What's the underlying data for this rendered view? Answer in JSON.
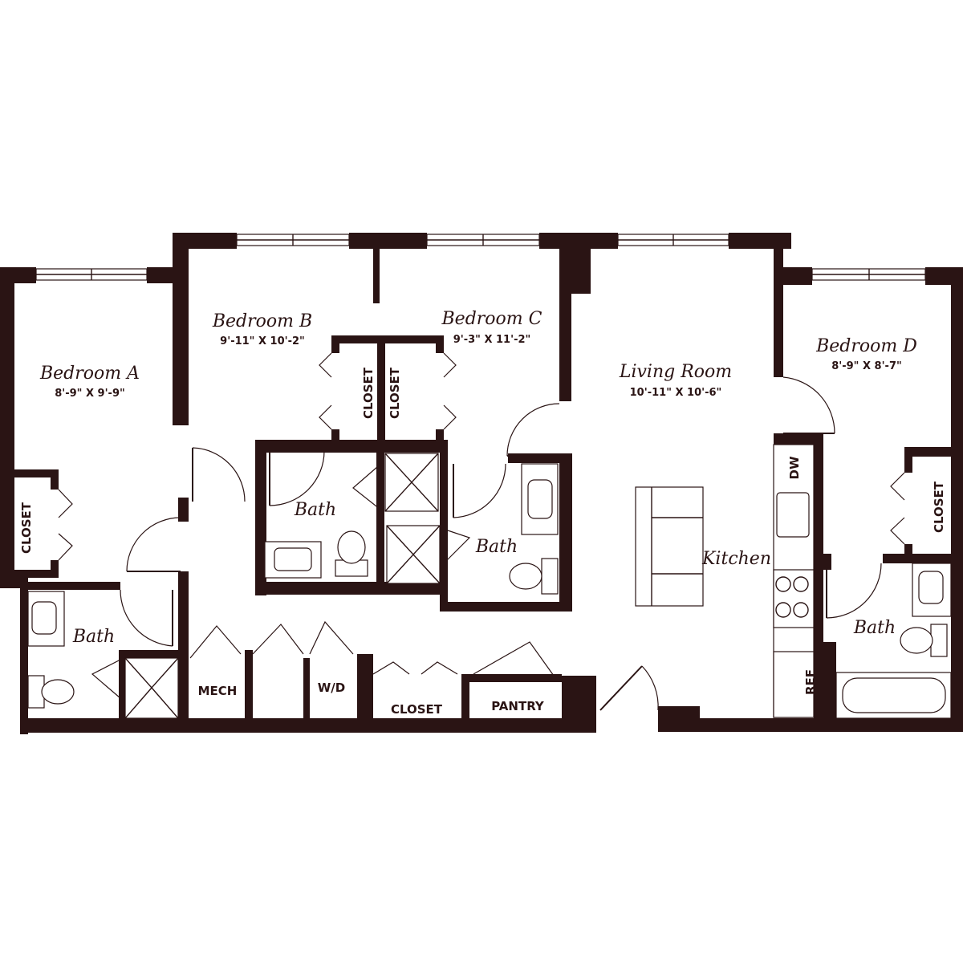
{
  "rooms": {
    "bedroom_a": {
      "name": "Bedroom A",
      "dims": "8'-9\" X 9'-9\""
    },
    "bedroom_b": {
      "name": "Bedroom B",
      "dims": "9'-11\" X 10'-2\""
    },
    "bedroom_c": {
      "name": "Bedroom C",
      "dims": "9'-3\" X 11'-2\""
    },
    "living_room": {
      "name": "Living Room",
      "dims": "10'-11\" X 10'-6\""
    },
    "bedroom_d": {
      "name": "Bedroom D",
      "dims": "8'-9\" X 8'-7\""
    },
    "kitchen": {
      "name": "Kitchen"
    },
    "bath_a": {
      "name": "Bath"
    },
    "bath_b": {
      "name": "Bath"
    },
    "bath_c": {
      "name": "Bath"
    },
    "bath_d": {
      "name": "Bath"
    }
  },
  "labels": {
    "closet_a": "CLOSET",
    "closet_b": "CLOSET",
    "closet_c": "CLOSET",
    "closet_d": "CLOSET",
    "closet_hall": "CLOSET",
    "mech": "MECH",
    "wd": "W/D",
    "pantry": "PANTRY",
    "dw": "DW",
    "ref": "REF"
  },
  "colors": {
    "wall": "#2a1414",
    "background": "#ffffff"
  }
}
